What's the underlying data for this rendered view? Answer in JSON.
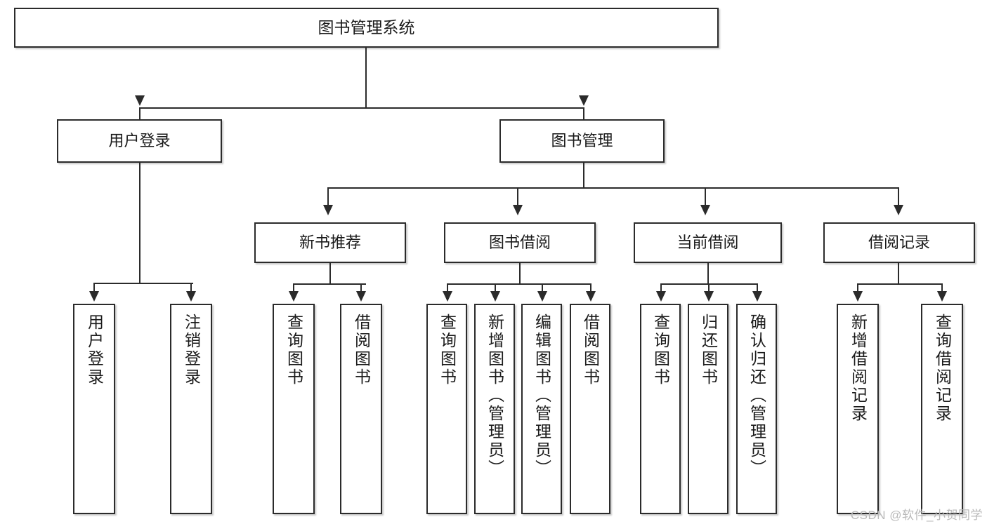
{
  "diagram": {
    "type": "tree-hierarchy-chart",
    "title": "图书管理系统",
    "orientation": "top-down",
    "colors": {
      "box_border": "#2b2b2b",
      "box_fill": "#ffffff",
      "connector": "#2b2b2b",
      "text": "#1a1a1a",
      "watermark": "#b9b9b9"
    }
  },
  "root": {
    "label": "图书管理系统"
  },
  "level2": [
    {
      "id": "user-login",
      "label": "用户登录"
    },
    {
      "id": "book-manage",
      "label": "图书管理"
    }
  ],
  "level3": [
    {
      "id": "new-book",
      "label": "新书推荐",
      "parent": "book-manage"
    },
    {
      "id": "borrow",
      "label": "图书借阅",
      "parent": "book-manage"
    },
    {
      "id": "current",
      "label": "当前借阅",
      "parent": "book-manage"
    },
    {
      "id": "record",
      "label": "借阅记录",
      "parent": "book-manage"
    }
  ],
  "leaves": {
    "user_login": [
      {
        "label": "用户登录"
      },
      {
        "label": "注销登录"
      }
    ],
    "new_book": [
      {
        "label": "查询图书"
      },
      {
        "label": "借阅图书"
      }
    ],
    "borrow": [
      {
        "label": "查询图书"
      },
      {
        "label": "新增图书（管理员）"
      },
      {
        "label": "编辑图书（管理员）"
      },
      {
        "label": "借阅图书"
      }
    ],
    "current": [
      {
        "label": "查询图书"
      },
      {
        "label": "归还图书"
      },
      {
        "label": "确认归还（管理员）"
      }
    ],
    "record": [
      {
        "label": "新增借阅记录"
      },
      {
        "label": "查询借阅记录"
      }
    ]
  },
  "watermark": {
    "text": "CSDN @软件_小贺同学"
  }
}
